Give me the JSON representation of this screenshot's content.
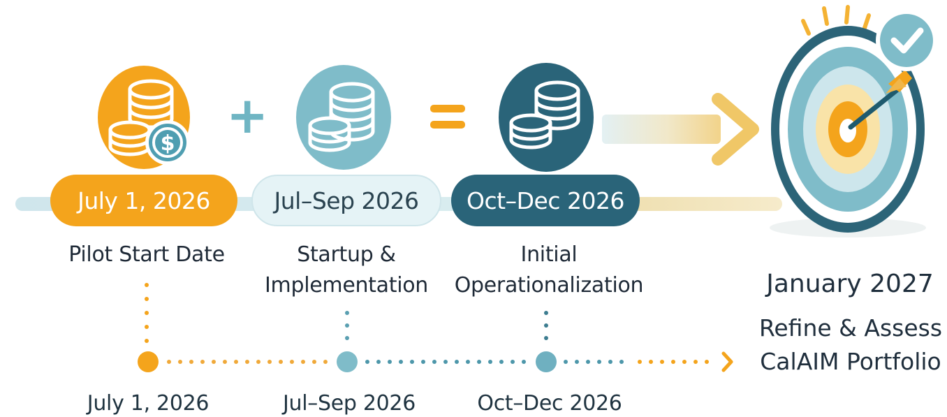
{
  "colors": {
    "orange": "#f4a41c",
    "teal_light": "#7fbcc9",
    "teal_dark": "#2a6479",
    "pill_light_bg": "#e5f3f6",
    "text_dark": "#1f2a37"
  },
  "operators": {
    "plus": "+",
    "equals": "="
  },
  "stages": [
    {
      "pill": "July 1, 2026",
      "caption_line1": "Pilot Start Date",
      "caption_line2": "",
      "timeline_label": "July 1, 2026",
      "icon": "coins-dollar-icon"
    },
    {
      "pill": "Jul–Sep 2026",
      "caption_line1": "Startup &",
      "caption_line2": "Implementation",
      "timeline_label": "Jul–Sep 2026",
      "icon": "coins-stack-icon"
    },
    {
      "pill": "Oct–Dec 2026",
      "caption_line1": "Initial",
      "caption_line2": "Operationalization",
      "timeline_label": "Oct–Dec 2026",
      "icon": "coins-stack-icon"
    }
  ],
  "goal": {
    "date": "January 2027",
    "line1": "Refine & Assess",
    "line2": "CalAIM Portfolio",
    "icon": "target-checkmark-icon"
  }
}
